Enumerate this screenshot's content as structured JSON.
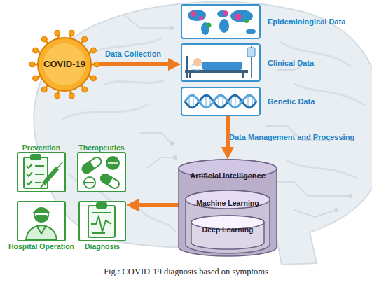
{
  "diagram": {
    "caption": "Fig.: COVID-19 diagnosis based on symptoms",
    "nodes": [
      {
        "text": [
          "COVID-19"
        ]
      },
      {
        "text": [
          "Epidemiological Data"
        ]
      },
      {
        "text": [
          "Clinical Data"
        ]
      },
      {
        "text": [
          "Genetic Data"
        ]
      },
      {
        "text": [
          "Artificial Intelligence"
        ]
      },
      {
        "text": [
          "Machine Learning"
        ],
        "in": 4
      },
      {
        "text": [
          "Deep Learning"
        ],
        "in": 5
      },
      {
        "text": [
          "Prevention"
        ]
      },
      {
        "text": [
          "Therapeutics"
        ]
      },
      {
        "text": [
          "Hospital Operation"
        ]
      },
      {
        "text": [
          "Diagnosis"
        ]
      }
    ],
    "edges": [
      {
        "from": 0,
        "to": 2,
        "label": "Data Collection",
        "arrow": "to"
      },
      {
        "from": 3,
        "to": 4,
        "label": "Data Management and Processing",
        "arrow": "to"
      },
      {
        "from": 4,
        "to": 10,
        "arrow": "to"
      }
    ]
  }
}
